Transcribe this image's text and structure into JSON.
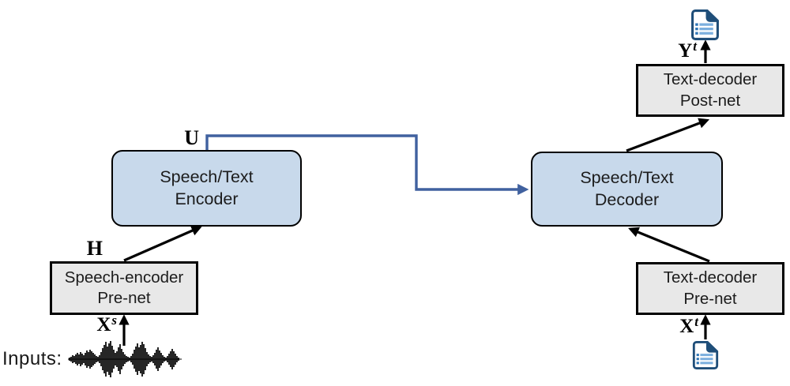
{
  "diagram": {
    "inputs_label": "Inputs:",
    "boxes": {
      "encoder": {
        "line1": "Speech/Text",
        "line2": "Encoder"
      },
      "decoder": {
        "line1": "Speech/Text",
        "line2": "Decoder"
      },
      "speech_prenet": {
        "line1": "Speech-encoder",
        "line2": "Pre-net"
      },
      "text_prenet": {
        "line1": "Text-decoder",
        "line2": "Pre-net"
      },
      "text_postnet": {
        "line1": "Text-decoder",
        "line2": "Post-net"
      }
    },
    "labels": {
      "u": "U",
      "h": "H",
      "xs": {
        "base": "X",
        "sup": "s"
      },
      "xt": {
        "base": "X",
        "sup": "t"
      },
      "yt": {
        "base": "Y",
        "sup": "t"
      }
    },
    "icons": {
      "top_output": "text-document-icon",
      "bottom_input": "text-document-icon",
      "waveform": "speech-waveform"
    },
    "colors": {
      "block_blue_fill": "#c8d9eb",
      "block_gray_fill": "#e8e8e8",
      "block_border": "#000000",
      "connector_blue": "#40619f",
      "arrow_black": "#000000",
      "doc_icon_navy": "#1f4e79",
      "doc_icon_bar_blue": "#7bafde",
      "doc_icon_bullet_blue": "#2e75b6"
    }
  }
}
